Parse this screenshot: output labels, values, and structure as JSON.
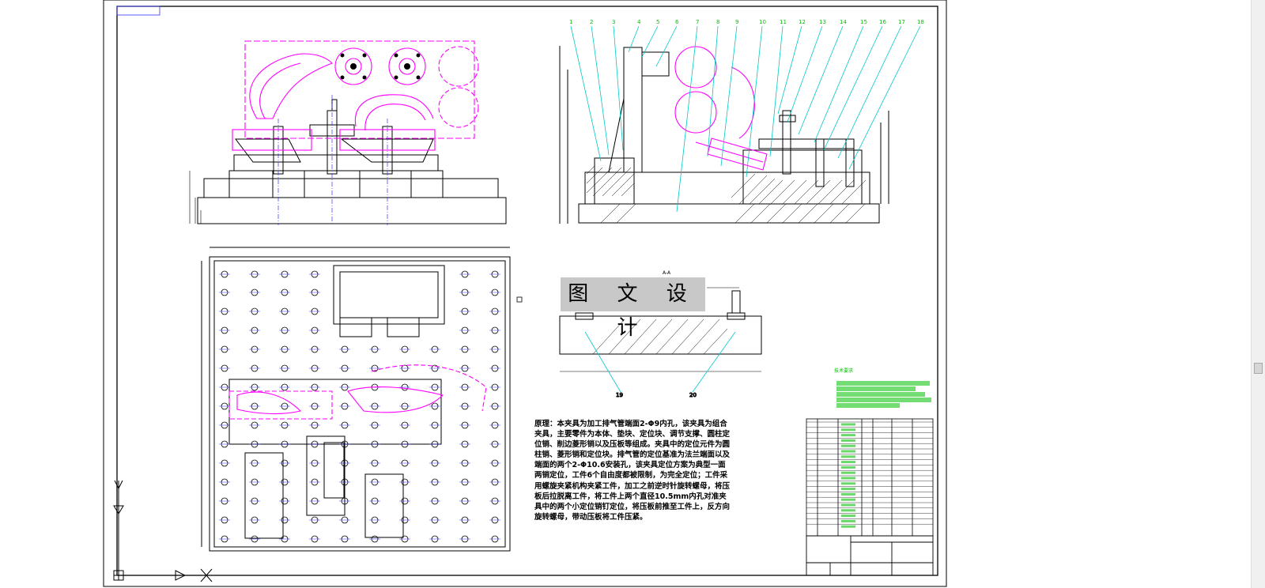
{
  "drawing": {
    "watermark_text": "图 文 设 计",
    "section_label": "A-A",
    "technical_requirements_title": "技术要求",
    "notes_text": "原理：本夹具为加工排气管端面2-Φ9内孔，该夹具为组合夹具，主要零件为本体、垫块、定位块、调节支撑、圆柱定位销、削边菱形销以及压板等组成。夹具中的定位元件为圆柱销、菱形销和定位块。排气管的定位基准为法兰端面以及端面的两个2-Φ10.6安装孔，该夹具定位方案为典型一面两销定位，工件6个自由度都被限制，为完全定位；工件采用螺旋夹紧机构夹紧工件，加工之前逆时针旋转螺母，将压板后拉脱离工件，将工件上两个直径10.5mm内孔对准夹具中的两个小定位销钉定位，将压板前推至工件上，反方向旋转螺母，带动压板将工件压紧。",
    "leader_numbers": [
      "1",
      "2",
      "3",
      "4",
      "5",
      "6",
      "7",
      "8",
      "9",
      "10",
      "11",
      "12",
      "13",
      "14",
      "15",
      "16",
      "17",
      "18"
    ],
    "section_leader_numbers": [
      "19",
      "20"
    ],
    "colors": {
      "line": "#000000",
      "workpiece": "#ff00ff",
      "leader": "#00c8c8",
      "annotation": "#00c000",
      "centerline": "#0000ff",
      "watermark_bg": "#c8c8c8"
    }
  },
  "ui": {
    "scrollbar": "vertical-scrollbar",
    "ucs_icon": "ucs-axis-icon"
  }
}
